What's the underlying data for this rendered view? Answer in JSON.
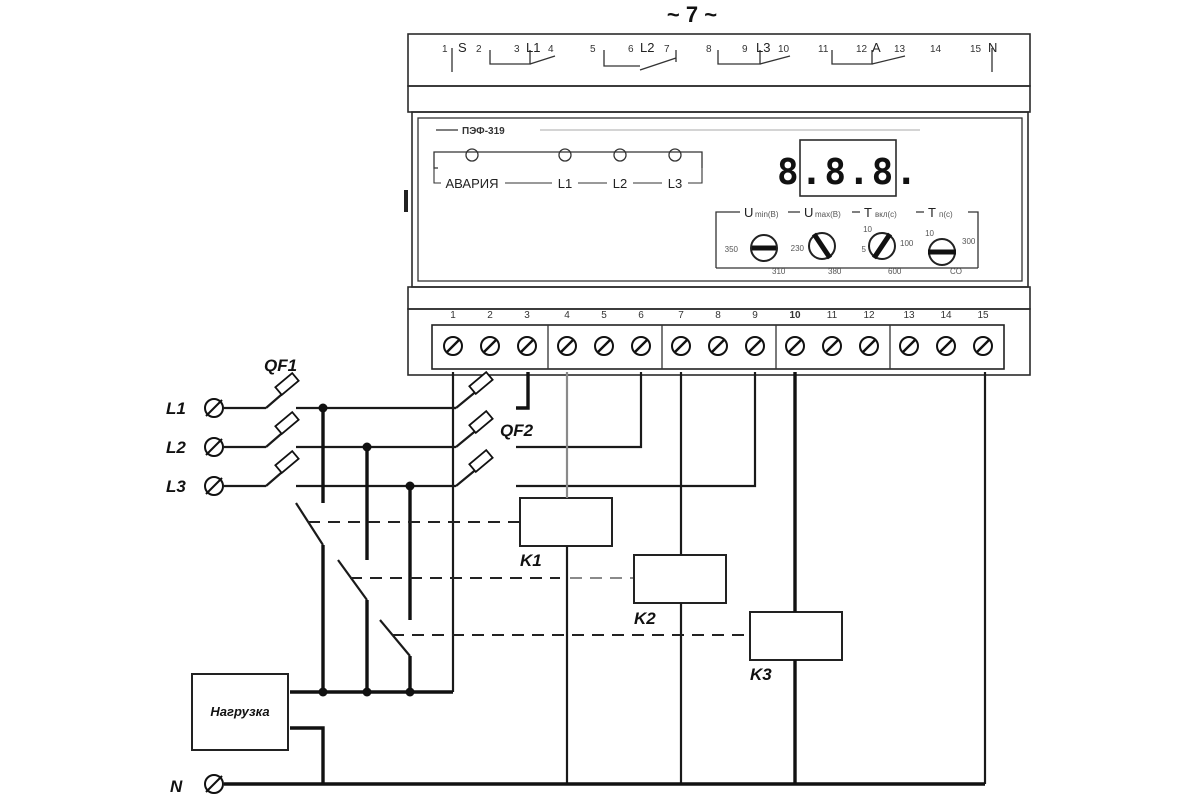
{
  "title": "~ 7 ~",
  "top_terminals": [
    "1",
    "S",
    "2",
    "3",
    "L1",
    "4",
    "5",
    "6",
    "L2",
    "7",
    "8",
    "9",
    "L3",
    "10",
    "11",
    "12",
    "A",
    "13",
    "14",
    "15",
    "N"
  ],
  "panel": {
    "model": "ПЭФ-319",
    "model_suffix": "",
    "top_right_text": "",
    "bottom_text": "",
    "display": "8.8.8.",
    "indicators": [
      "АВАРИЯ",
      "L1",
      "L2",
      "L3"
    ],
    "knobs": [
      {
        "label_main": "U",
        "label_sub": "min(В)",
        "left": "350",
        "right": "",
        "bottom": "310"
      },
      {
        "label_main": "U",
        "label_sub": "max(В)",
        "left": "230",
        "right": "",
        "bottom": "380"
      },
      {
        "label_main": "T",
        "label_sub": "вкл(с)",
        "left": "5",
        "right": "100",
        "top": "10",
        "bottom": "600"
      },
      {
        "label_main": "T",
        "label_sub": "п(с)",
        "left": "",
        "right": "300",
        "top": "10",
        "bottom": "CO"
      }
    ]
  },
  "bottom_terminals": [
    "1",
    "2",
    "3",
    "4",
    "5",
    "6",
    "7",
    "8",
    "9",
    "10",
    "11",
    "12",
    "13",
    "14",
    "15"
  ],
  "phases": [
    "L1",
    "L2",
    "L3"
  ],
  "neutral": "N",
  "breakers": [
    "QF1",
    "QF2"
  ],
  "contactors": [
    "K1",
    "K2",
    "K3"
  ],
  "load": "Нагрузка"
}
